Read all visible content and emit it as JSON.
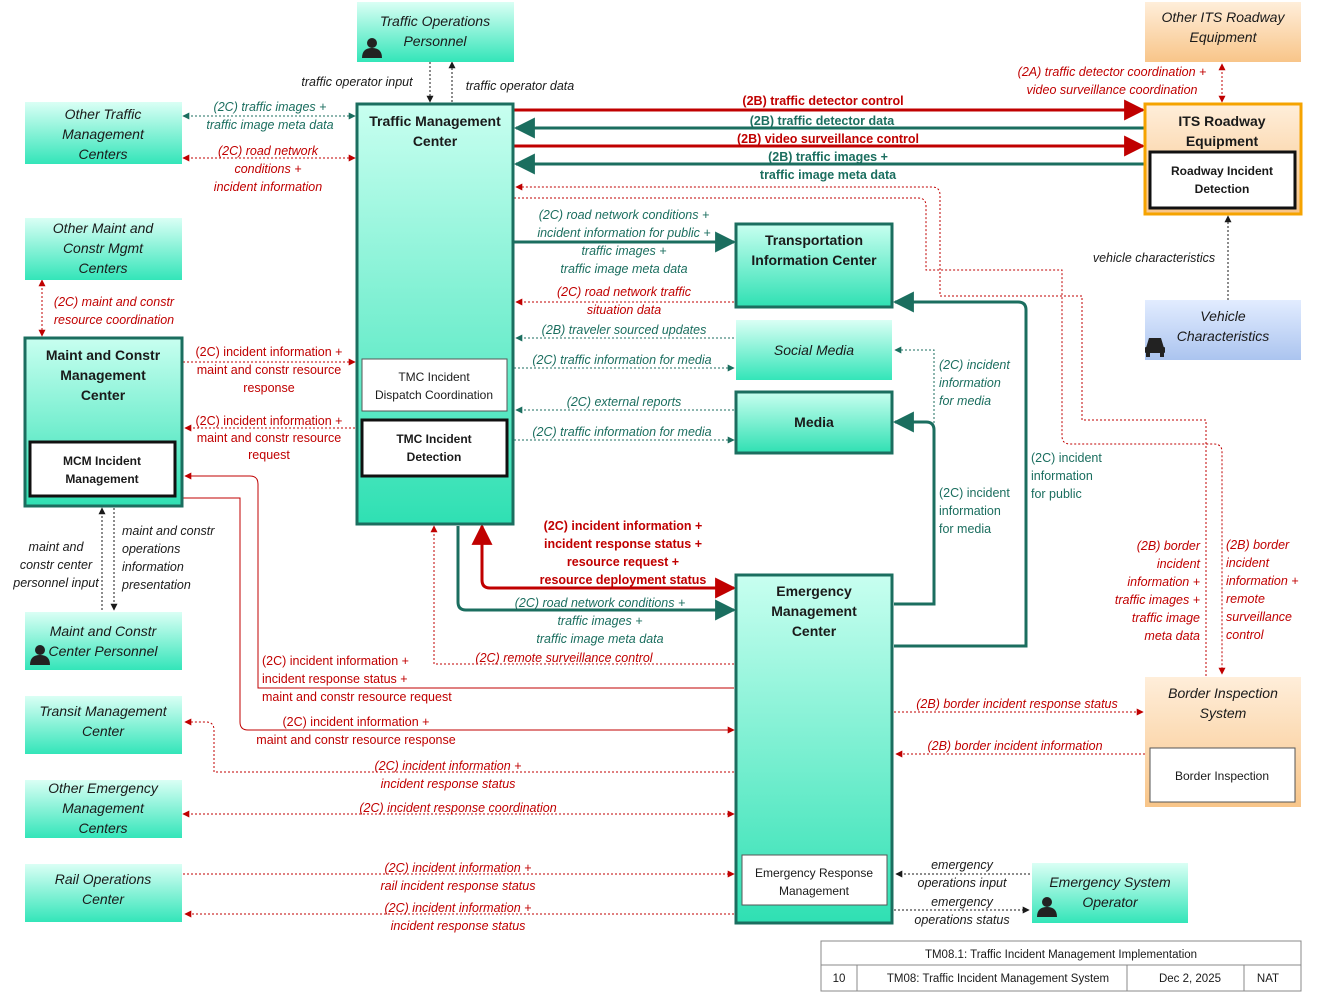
{
  "colors": {
    "red": "#c00000",
    "teal": "#1b6e5f",
    "dark": "#1a1a1a",
    "cyan_top": "#d6fff4",
    "cyan_bottom": "#2ee6b8",
    "orange_top": "#ffe9cf",
    "orange_bottom": "#f7c486",
    "blue_top": "#dfeaff",
    "blue_bottom": "#a9c2ee",
    "its_border": "#f5a300"
  },
  "icons": {
    "person": "person-icon",
    "vehicle": "vehicle-icon"
  },
  "nodes": {
    "traffic_ops_personnel": "Traffic Operations\nPersonnel",
    "other_its": "Other ITS Roadway\nEquipment",
    "other_tmc": "Other Traffic\nManagement\nCenters",
    "tmc": "Traffic Management\nCenter",
    "tmc_dispatch": "TMC Incident\nDispatch Coordination",
    "tmc_detection": "TMC Incident\nDetection",
    "its_roadway": "ITS Roadway\nEquipment",
    "roadway_detection": "Roadway Incident\nDetection",
    "other_mcm": "Other Maint and\nConstr Mgmt\nCenters",
    "mcm": "Maint and Constr\nManagement\nCenter",
    "mcm_incident": "MCM Incident\nManagement",
    "tic": "Transportation\nInformation Center",
    "social_media": "Social Media",
    "media": "Media",
    "vehicle_char": "Vehicle\nCharacteristics",
    "maint_personnel": "Maint and Constr\nCenter Personnel",
    "transit": "Transit Management\nCenter",
    "other_emc": "Other Emergency\nManagement\nCenters",
    "rail": "Rail Operations\nCenter",
    "emc": "Emergency\nManagement\nCenter",
    "emc_response": "Emergency Response\nManagement",
    "border": "Border Inspection\nSystem",
    "border_inner": "Border Inspection",
    "ems_operator": "Emergency System\nOperator"
  },
  "flows": {
    "f1": "traffic operator input",
    "f2": "traffic operator data",
    "f3": "(2A) traffic detector coordination +\nvideo surveillance coordination",
    "f4": "(2B) traffic detector control",
    "f5": "(2B) traffic detector data",
    "f6": "(2B) video surveillance control",
    "f7": "(2B) traffic images +\ntraffic image meta data",
    "f8": "(2C) traffic images +\ntraffic image meta data",
    "f9": "(2C) road network\nconditions +\nincident information",
    "f10": "(2C) road network conditions +\nincident information for public +\ntraffic images +\ntraffic image meta data",
    "f11": "(2C) road network traffic\nsituation data",
    "f12": "(2B) traveler sourced updates",
    "f13": "(2C) traffic information for media",
    "f14": "(2C) external reports",
    "f15": "(2C) traffic information for media",
    "f16": "(2C) maint and constr\nresource coordination",
    "f17": "(2C) incident information +\nmaint and constr resource\nresponse",
    "f18": "(2C) incident information +\nmaint and constr resource\nrequest",
    "f19": "maint and\nconstr center\npersonnel input",
    "f20": "maint and constr\noperations\ninformation\npresentation",
    "f21": "vehicle characteristics",
    "f22": "(2C) incident\ninformation\nfor media",
    "f23": "(2C) incident\ninformation\nfor media",
    "f24": "(2C) incident\ninformation\nfor public",
    "f25": "(2C) incident information +\nincident response status +\nresource request +\nresource deployment status",
    "f26": "(2C) road network conditions +\ntraffic images +\ntraffic image meta data",
    "f27": "(2C) remote surveillance control",
    "f28": "(2C) incident information +\nincident response status +\nmaint and constr resource request",
    "f29": "(2C) incident information +\nmaint and constr resource response",
    "f30": "(2C) incident information +\nincident response status",
    "f31": "(2C) incident response coordination",
    "f32": "(2C) incident information +\nrail incident response status",
    "f33": "(2C) incident information +\nincident response status",
    "f34": "(2B) border\nincident\ninformation +\ntraffic images +\ntraffic image\nmeta data",
    "f35": "(2B) border\nincident\ninformation +\nremote\nsurveillance\ncontrol",
    "f36": "(2B) border incident response status",
    "f37": "(2B) border incident information",
    "f38": "emergency\noperations input",
    "f39": "emergency\noperations status"
  },
  "footer": {
    "title": "TM08.1: Traffic Incident Management Implementation",
    "page": "10",
    "name": "TM08: Traffic Incident Management System",
    "date": "Dec 2, 2025",
    "scope": "NAT"
  }
}
